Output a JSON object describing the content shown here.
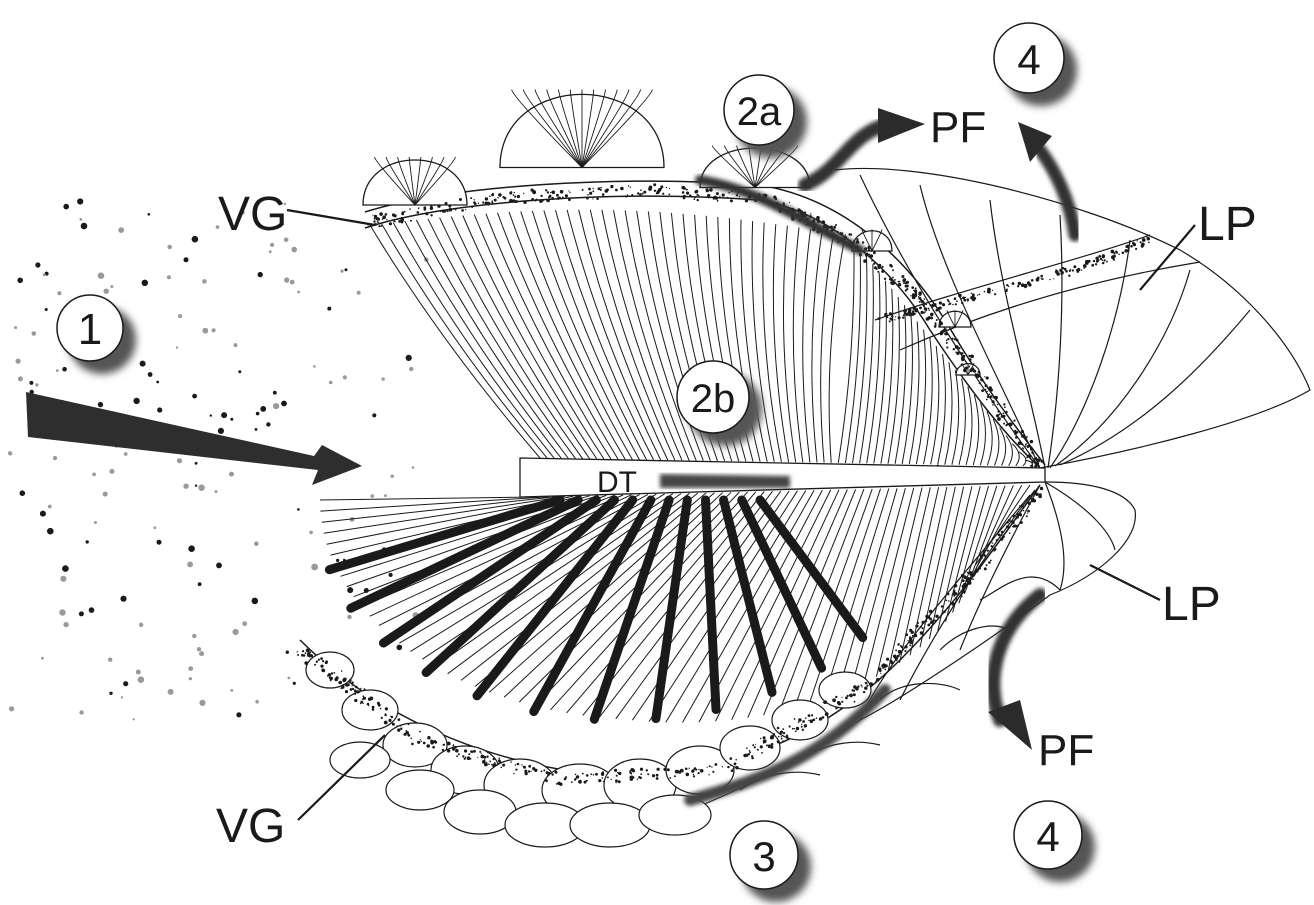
{
  "labels": {
    "vg_top": "VG",
    "vg_bottom": "VG",
    "lp_top": "LP",
    "lp_bottom": "LP",
    "pf_top": "PF",
    "pf_bottom": "PF",
    "dt": "DT"
  },
  "markers": {
    "m1": "1",
    "m2a": "2a",
    "m2b": "2b",
    "m3": "3",
    "m4_top": "4",
    "m4_bottom": "4"
  },
  "colors": {
    "ink": "#1a1a1a",
    "fill": "#ffffff",
    "dark_arrow": "#2e2e2e",
    "shadow": "#555555"
  }
}
